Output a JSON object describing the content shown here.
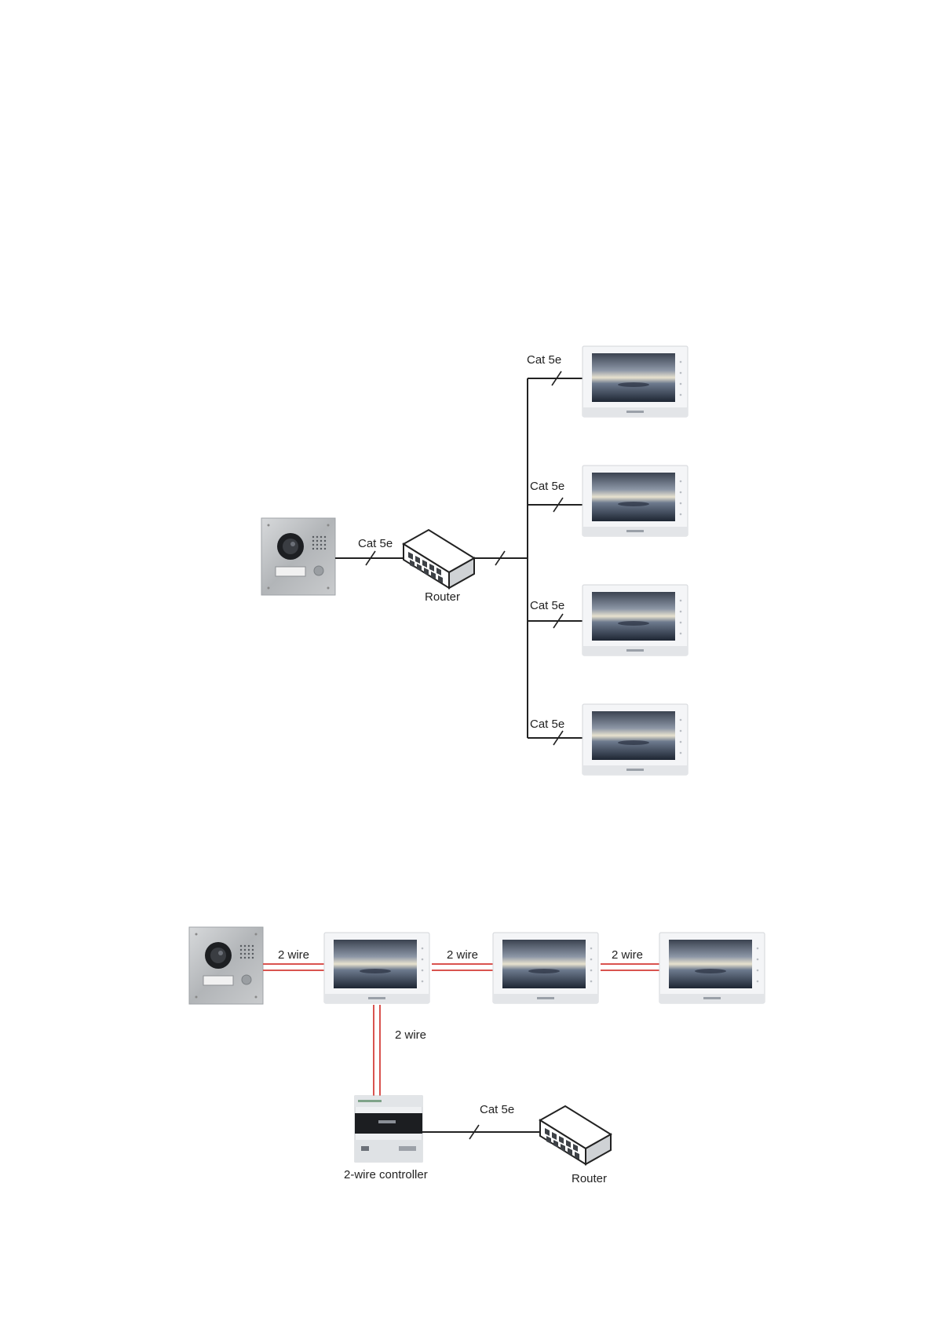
{
  "diagram_ip": {
    "doorstation_to_router_label": "Cat 5e",
    "router_label": "Router",
    "monitor_link_labels": [
      "Cat 5e",
      "Cat 5e",
      "Cat 5e",
      "Cat 5e"
    ]
  },
  "diagram_2wire": {
    "doorstation_link_label": "2 wire",
    "monitor_link_labels": [
      "2 wire",
      "2 wire"
    ],
    "controller_link_label": "2 wire",
    "controller_label": "2-wire controller",
    "router_link_label": "Cat 5e",
    "router_label": "Router"
  },
  "colors": {
    "line": "#222222",
    "two_wire": "#d9534f",
    "steel": "#b9bcbf",
    "monitor_frame": "#f2f3f5"
  }
}
